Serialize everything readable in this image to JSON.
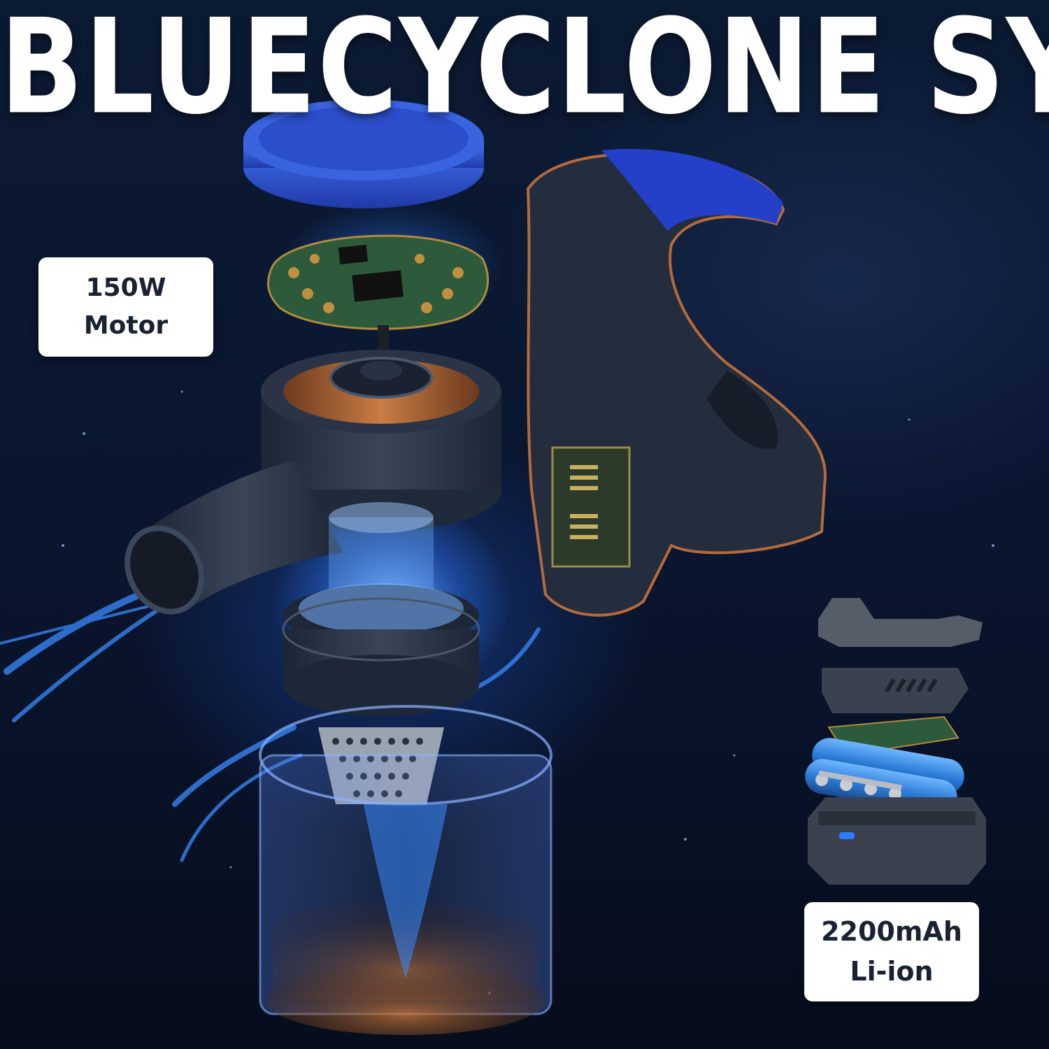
{
  "header": {
    "title": "BLUECYCLONE SYSTEM"
  },
  "callouts": {
    "motor": {
      "line1": "150W",
      "line2": "Motor"
    },
    "battery": {
      "line1": "2200mAh",
      "line2": "Li-ion"
    }
  },
  "colors": {
    "background": "#0a1630",
    "glow_blue": "#2f7bff",
    "accent_blue": "#2440c8",
    "housing": "#2a3444",
    "copper": "#b46a3a"
  },
  "illustration": {
    "components": [
      "lid",
      "circuit-board",
      "motor",
      "air-outlet",
      "cyclone-filter",
      "mesh-filter",
      "dust-bin",
      "handle",
      "battery-pack"
    ]
  }
}
